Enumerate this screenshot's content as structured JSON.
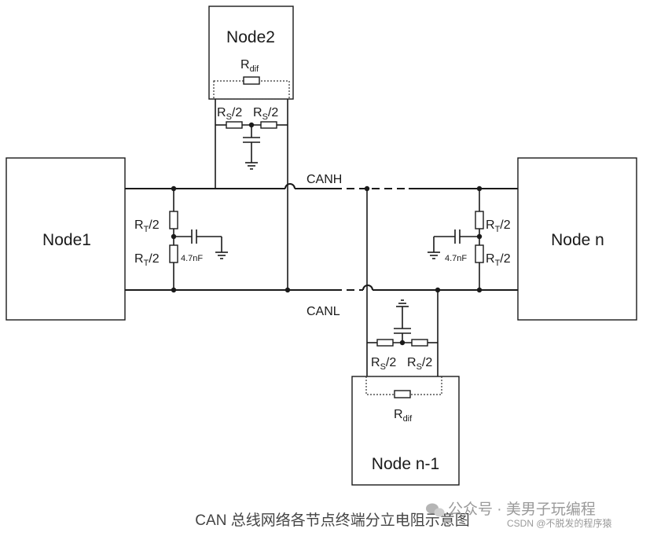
{
  "nodes": {
    "node1": "Node1",
    "node2": "Node2",
    "node_n": "Node n",
    "node_n_minus_1": "Node n-1"
  },
  "buses": {
    "canh": "CANH",
    "canl": "CANL"
  },
  "components": {
    "r_main": "R",
    "r_t_sub": "T",
    "r_s_sub": "S",
    "r_dif_sub": "dif",
    "half": "/2",
    "cap_value": "4.7nF"
  },
  "caption": "CAN 总线网络各节点终端分立电阻示意图",
  "watermark": {
    "account": "公众号 · 美男子玩编程",
    "csdn": "CSDN @不脱发的程序猿"
  }
}
